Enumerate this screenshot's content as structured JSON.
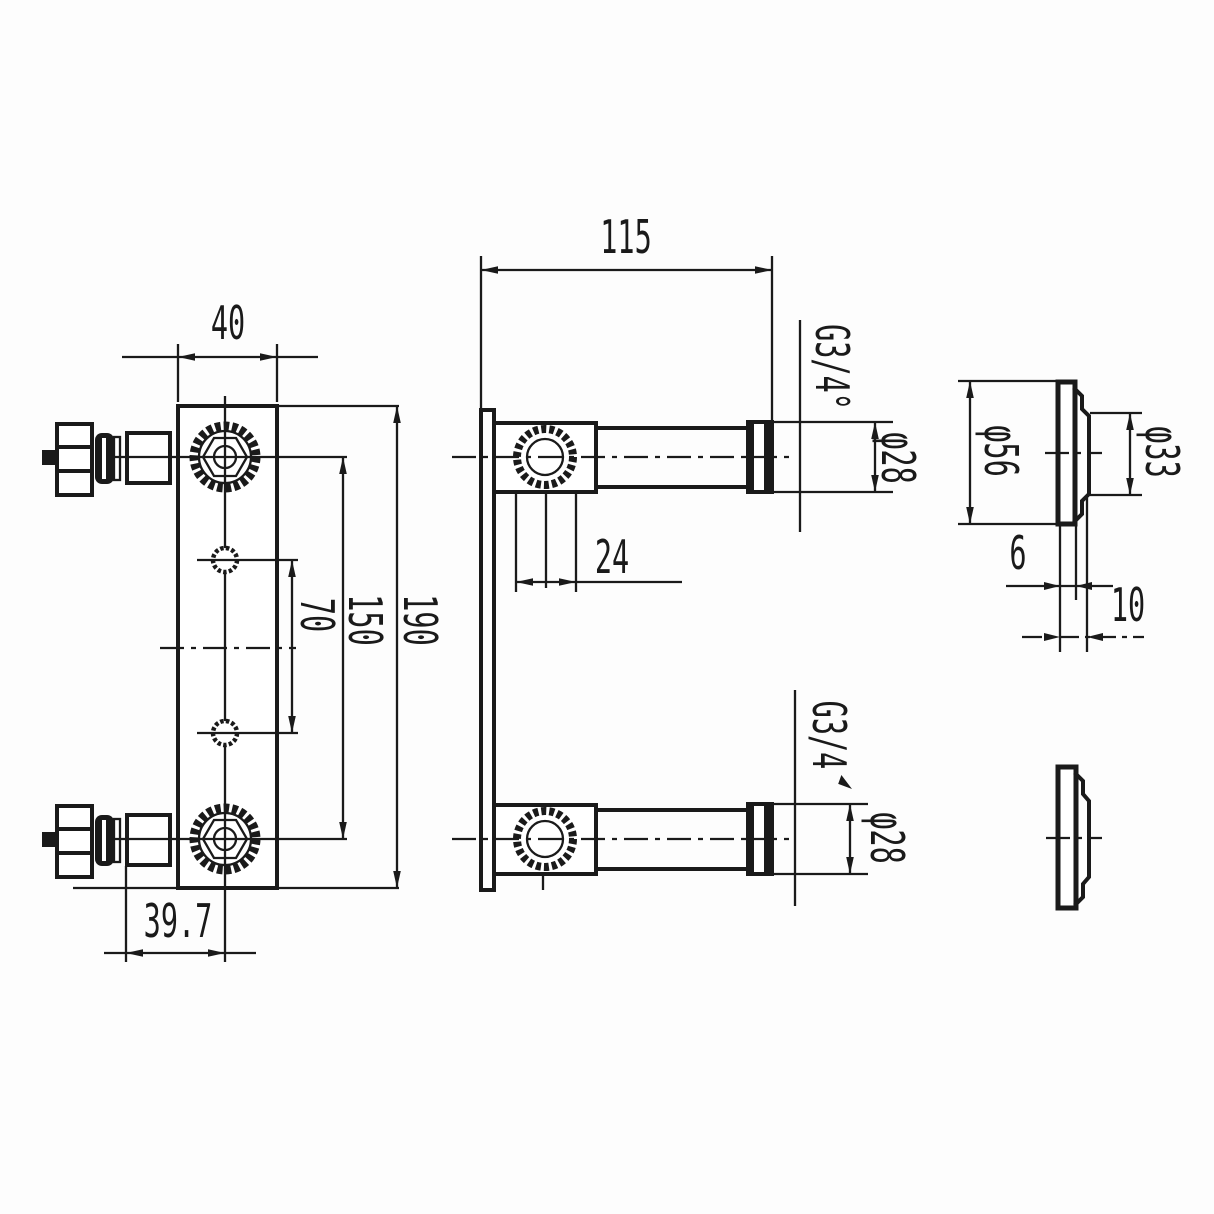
{
  "drawing": {
    "type": "technical-dimension-drawing",
    "subject": "wall-mounted twin-port mixer bracket with pipe unions and cover flanges"
  },
  "colors": {
    "line": "#1a1a1a",
    "background": "#ffffff"
  },
  "labels": {
    "plate_width": "40",
    "plate_height": "190",
    "port_center_spacing": "150",
    "screw_hole_spacing": "70",
    "port_offset": "39.7",
    "projection_length": "115",
    "hex_nut_width": "24",
    "top_thread_size": "G3/4°",
    "top_pipe_diameter": "φ28",
    "bottom_thread_size": "G3/4",
    "bottom_pipe_diameter": "φ28",
    "flange_outer_diameter": "φ56",
    "flange_inner_diameter": "φ33",
    "flange_plate_thickness": "6",
    "flange_total_depth": "10"
  }
}
